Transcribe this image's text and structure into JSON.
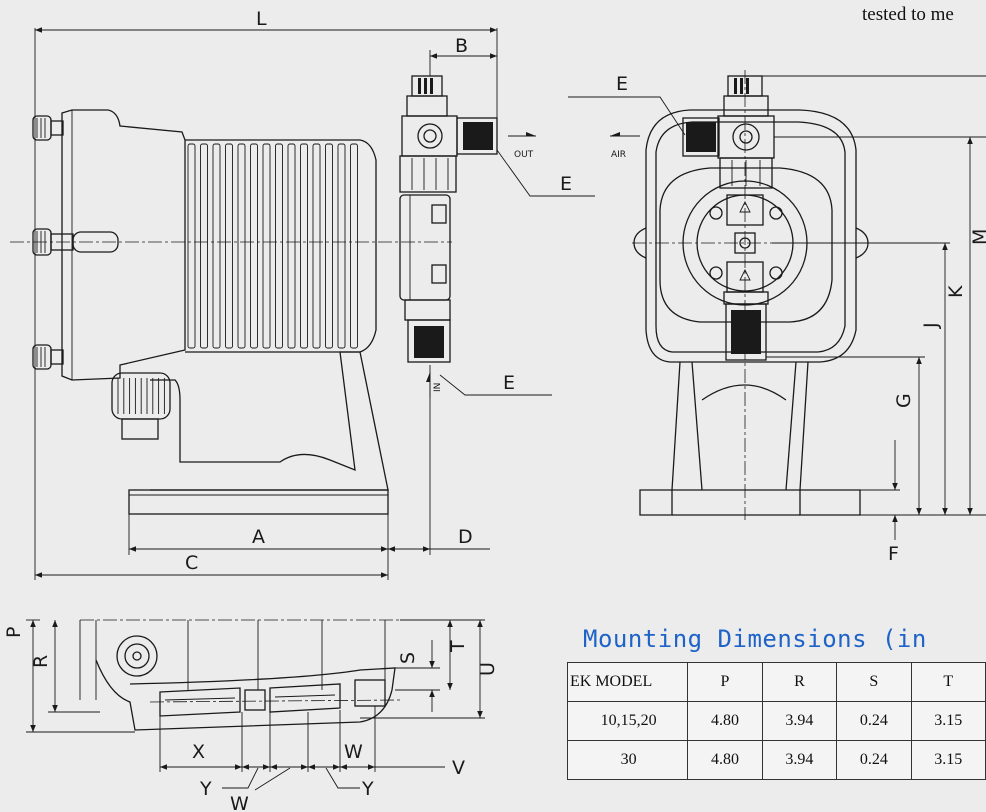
{
  "header_text": "tested to me",
  "dimension_labels": {
    "L": "L",
    "B": "B",
    "E": "E",
    "A": "A",
    "C": "C",
    "D": "D",
    "F": "F",
    "G": "G",
    "J": "J",
    "K": "K",
    "M": "M",
    "P": "P",
    "R": "R",
    "S": "S",
    "T": "T",
    "U": "U",
    "V": "V",
    "W": "W",
    "X": "X",
    "Y": "Y"
  },
  "port_labels": {
    "out": "OUT",
    "air": "AIR",
    "in": "IN"
  },
  "mounting": {
    "title": "Mounting Dimensions (in",
    "columns": [
      "EK MODEL",
      "P",
      "R",
      "S",
      "T"
    ],
    "rows": [
      [
        "10,15,20",
        "4.80",
        "3.94",
        "0.24",
        "3.15"
      ],
      [
        "30",
        "4.80",
        "3.94",
        "0.24",
        "3.15"
      ]
    ]
  }
}
